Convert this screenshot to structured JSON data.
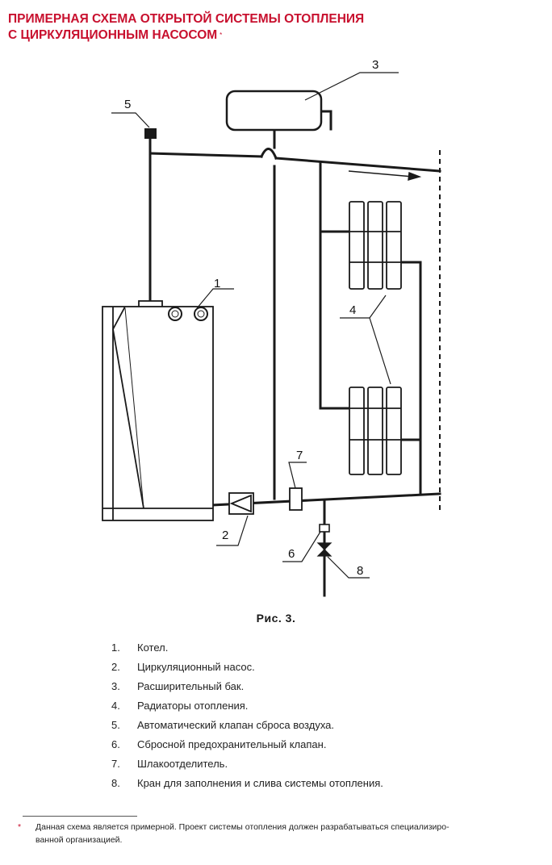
{
  "title": {
    "line1": "ПРИМЕРНАЯ СХЕМА ОТКРЫТОЙ СИСТЕМЫ ОТОПЛЕНИЯ",
    "line2": "С ЦИРКУЛЯЦИОННЫМ НАСОСОМ",
    "mark": "*"
  },
  "diagram": {
    "callouts": {
      "boiler": "1",
      "pump": "2",
      "tank": "3",
      "radiators": "4",
      "air_valve": "5",
      "safety_valve": "6",
      "slag_separator": "7",
      "drain_tap": "8"
    },
    "colors": {
      "line": "#1a1a1a",
      "title": "#c8102e"
    }
  },
  "caption": "Рис. 3.",
  "legend": [
    {
      "num": "1.",
      "text": "Котел."
    },
    {
      "num": "2.",
      "text": "Циркуляционный насос."
    },
    {
      "num": "3.",
      "text": "Расширительный бак."
    },
    {
      "num": "4.",
      "text": "Радиаторы отопления."
    },
    {
      "num": "5.",
      "text": "Автоматический клапан сброса воздуха."
    },
    {
      "num": "6.",
      "text": "Сбросной предохранительный клапан."
    },
    {
      "num": "7.",
      "text": "Шлакоотделитель."
    },
    {
      "num": "8.",
      "text": "Кран для заполнения и слива системы отопления."
    }
  ],
  "footnote": {
    "mark": "*",
    "line1": "Данная схема является примерной. Проект системы отопления должен разрабатываться специализиро-",
    "line2": "ванной организацией."
  }
}
